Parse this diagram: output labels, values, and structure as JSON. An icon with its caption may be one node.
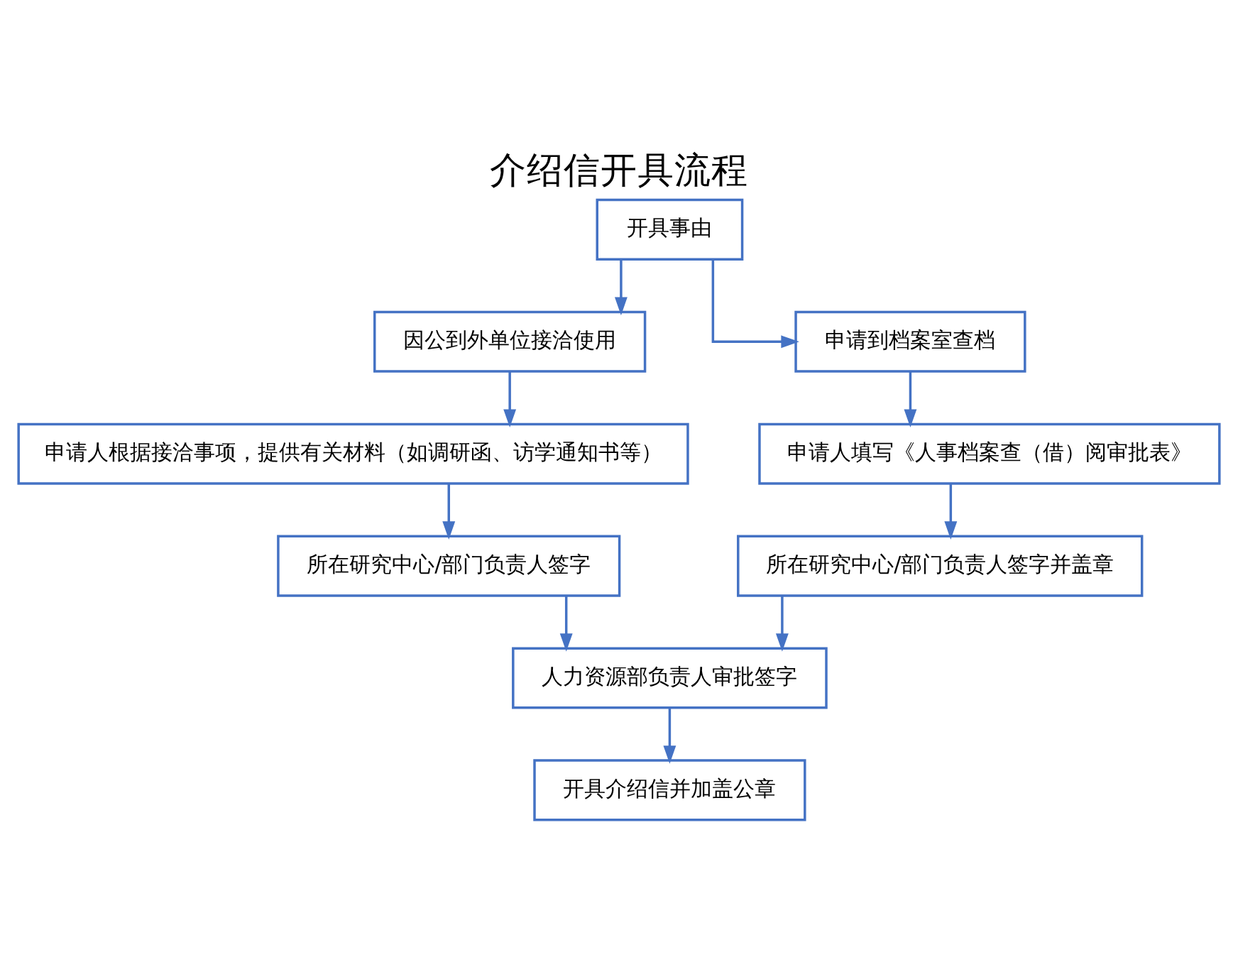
{
  "diagram": {
    "title": "介绍信开具流程",
    "nodes": [
      {
        "text": [
          "开具事由"
        ]
      },
      {
        "text": [
          "因公到外单位接洽使用"
        ]
      },
      {
        "text": [
          "申请到档案室查档"
        ]
      },
      {
        "text": [
          "申请人根据接洽事项，提供有关材料（如调研函、访学通知书等）"
        ]
      },
      {
        "text": [
          "申请人填写《人事档案查（借）阅审批表》"
        ]
      },
      {
        "text": [
          "所在研究中心/部门负责人签字"
        ]
      },
      {
        "text": [
          "所在研究中心/部门负责人签字并盖章"
        ]
      },
      {
        "text": [
          "人力资源部负责人审批签字"
        ]
      },
      {
        "text": [
          "开具介绍信并加盖公章"
        ]
      }
    ],
    "edges": [
      {
        "from": 0,
        "to": 1,
        "arrow": "to"
      },
      {
        "from": 0,
        "to": 2,
        "arrow": "to"
      },
      {
        "from": 1,
        "to": 3,
        "arrow": "to"
      },
      {
        "from": 2,
        "to": 4,
        "arrow": "to"
      },
      {
        "from": 3,
        "to": 5,
        "arrow": "to"
      },
      {
        "from": 4,
        "to": 6,
        "arrow": "to"
      },
      {
        "from": 5,
        "to": 7,
        "arrow": "to"
      },
      {
        "from": 6,
        "to": 7,
        "arrow": "to"
      },
      {
        "from": 7,
        "to": 8,
        "arrow": "to"
      }
    ]
  }
}
